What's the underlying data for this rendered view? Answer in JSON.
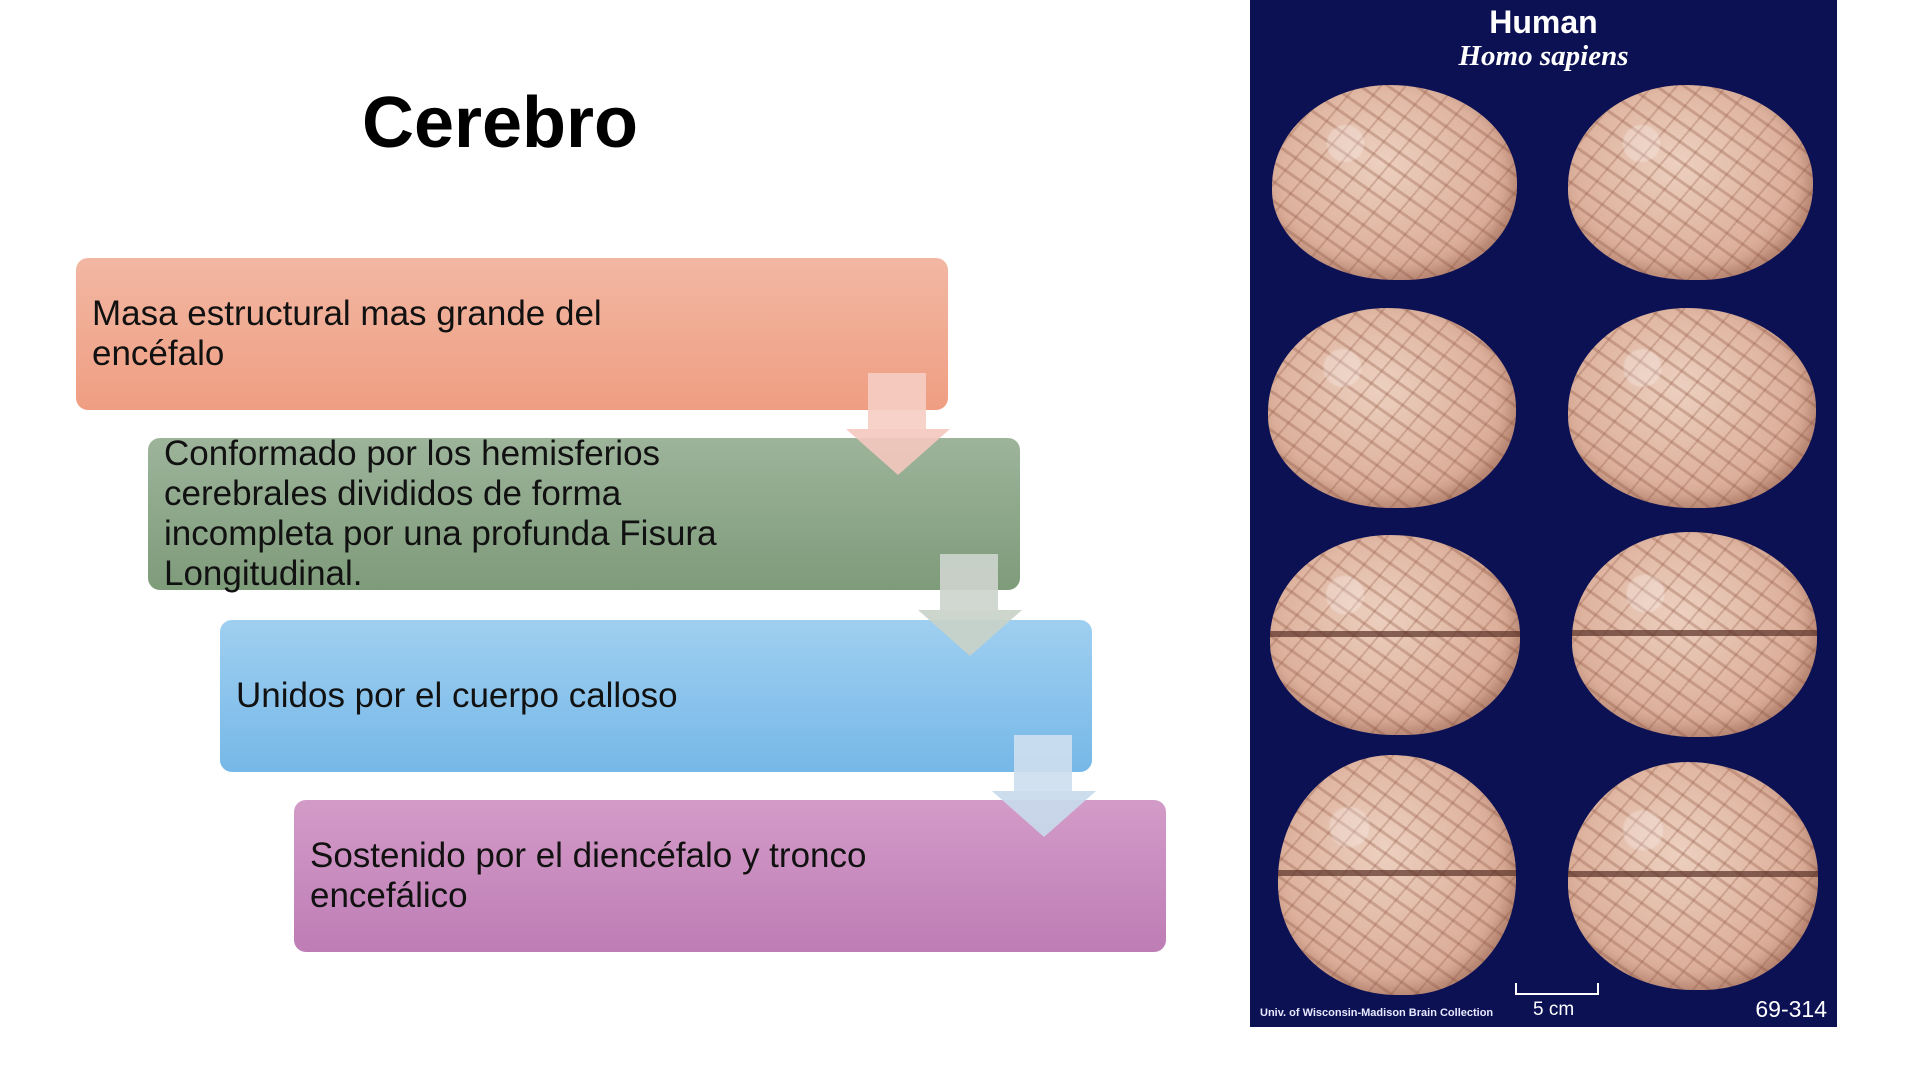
{
  "slide": {
    "title": "Cerebro",
    "boxes": [
      {
        "text": "Masa estructural mas grande del encéfalo",
        "color": "#ef9e82"
      },
      {
        "text": "Conformado por los  hemisferios cerebrales divididos de forma incompleta por una profunda Fisura Longitudinal.",
        "color": "#7e9b7a"
      },
      {
        "text": "Unidos por el cuerpo calloso",
        "color": "#76b8e8"
      },
      {
        "text": "Sostenido por el diencéfalo y tronco encefálico",
        "color": "#be7db5"
      }
    ],
    "arrows": [
      "arrow-down",
      "arrow-down",
      "arrow-down"
    ]
  },
  "figure": {
    "title": "Human",
    "subtitle": "Homo sapiens",
    "background": "#0c1154",
    "caption": "Univ. of Wisconsin-Madison Brain Collection",
    "scale_label": "5 cm",
    "specimen_code": "69-314",
    "views": [
      "lateral-left",
      "lateral-right",
      "lateral-left-tilted",
      "lateral-right-tilted",
      "inferior",
      "superior",
      "anterior",
      "posterior"
    ]
  }
}
